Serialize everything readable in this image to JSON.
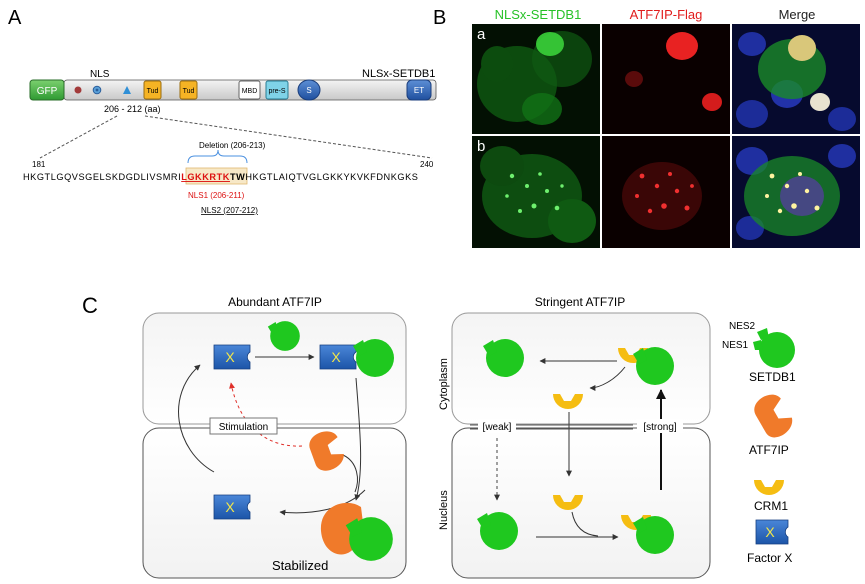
{
  "panel_a": {
    "label": "A",
    "construct_name": "NLSx-SETDB1",
    "nls_label": "NLS",
    "nls_range": "206 - 212 (aa)",
    "domains": {
      "gfp": "GFP",
      "tud1": "Tud",
      "tud2": "Tud",
      "mbd": "MBD",
      "pre_s": "pre-S",
      "s": "S",
      "et": "ET"
    },
    "deletion_label": "Deletion (206-213)",
    "seq_start": "181",
    "seq_end": "240",
    "seq_left": "HKGTLGQVSGELSKDGDLIVSMRI",
    "seq_nls_red": "LGKKRTK",
    "seq_nls_tail": "TW",
    "seq_right": "HKGTLAIQTVGLGKKYKVKFDNKGKS",
    "nls1": "NLS1 (206-211)",
    "nls2": "NLS2 (207-212)"
  },
  "panel_b": {
    "label": "B",
    "columns": [
      "NLSx-SETDB1",
      "ATF7IP-Flag",
      "Merge"
    ],
    "rows": [
      "a",
      "b"
    ],
    "colors": {
      "green": "#27c227",
      "red": "#e11c1c"
    }
  },
  "panel_c": {
    "label": "C",
    "left_title": "Abundant ATF7IP",
    "right_title": "Stringent ATF7IP",
    "cytoplasm": "Cytoplasm",
    "nucleus": "Nucleus",
    "stimulation": "Stimulation",
    "weak": "[weak]",
    "strong": "[strong]",
    "stabilized": "Stabilized",
    "factor_x_letter": "X",
    "legend": {
      "nes2": "NES2",
      "nes1": "NES1",
      "setdb1": "SETDB1",
      "atf7ip": "ATF7IP",
      "crm1": "CRM1",
      "factor_x": "Factor X"
    },
    "colors": {
      "setdb1": "#1fc81f",
      "atf7ip": "#f07a2a",
      "crm1": "#f5bd12",
      "factor_x": "#2b6cc4",
      "factor_x_letter": "#f2e64a",
      "stimulation_arrow": "#e0302a"
    }
  }
}
